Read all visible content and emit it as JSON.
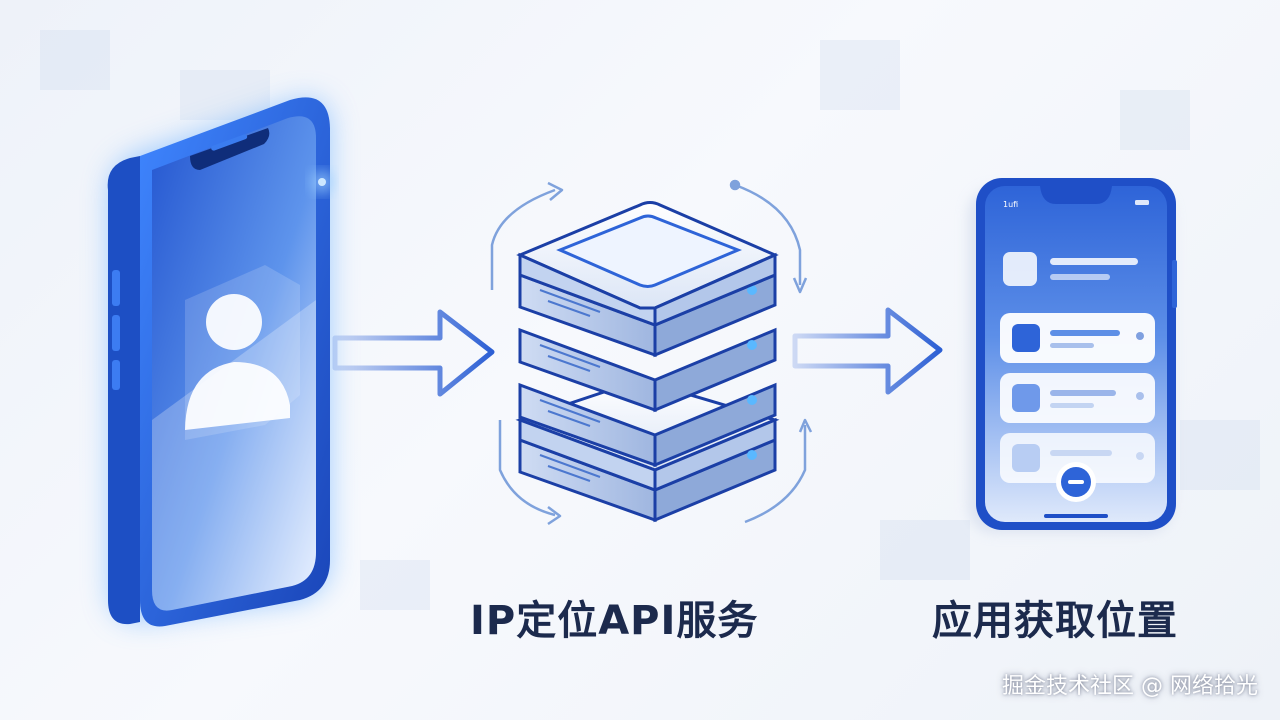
{
  "server": {
    "label": "IP定位API服务"
  },
  "app": {
    "label": "应用获取位置"
  },
  "watermark": "掘金技术社区 @ 网络拾光",
  "app_phone": {
    "status_text": "1uﬁ"
  },
  "icons": [
    "user-icon",
    "server-icon",
    "arrow-right-icon",
    "refresh-cycle-icon",
    "smartphone-icon"
  ],
  "colors": {
    "primary_blue": "#2e64d8",
    "dark_blue": "#1b3fa6",
    "glow": "#5aa8ff",
    "text": "#1c2a4d",
    "background": "#eef2f9"
  }
}
